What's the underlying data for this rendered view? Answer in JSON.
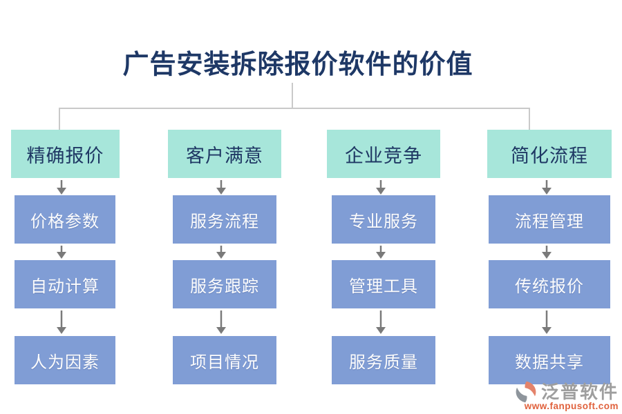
{
  "title": "广告安装拆除报价软件的价值",
  "colors": {
    "title_text": "#1e3866",
    "header_box_bg": "#a7e6da",
    "header_box_text": "#1f3864",
    "item_box_bg": "#809dd5",
    "item_box_text": "#ffffff",
    "connector_line": "#c9c9c9",
    "arrow": "#7a7a7a",
    "watermark_brand_text": "#9e9e9e",
    "watermark_url_text": "#e0613c",
    "logo_orange": "#e4836b",
    "logo_gray": "#8e959c"
  },
  "columns": [
    {
      "header": "精确报价",
      "items": [
        "价格参数",
        "自动计算",
        "人为因素"
      ]
    },
    {
      "header": "客户满意",
      "items": [
        "服务流程",
        "服务跟踪",
        "项目情况"
      ]
    },
    {
      "header": "企业竞争",
      "items": [
        "专业服务",
        "管理工具",
        "服务质量"
      ]
    },
    {
      "header": "简化流程",
      "items": [
        "流程管理",
        "传统报价",
        "数据共享"
      ]
    }
  ],
  "watermark": {
    "brand": "泛普软件",
    "url": "www.fanpusoft.com"
  }
}
